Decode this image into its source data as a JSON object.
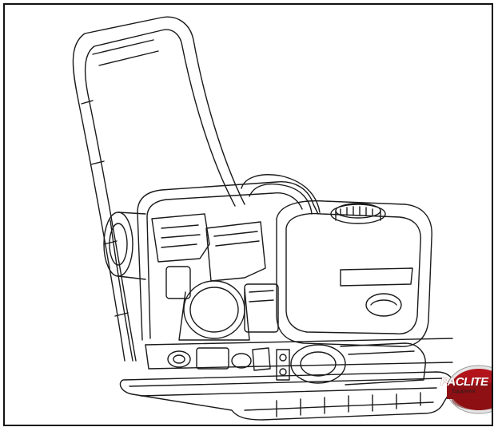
{
  "image": {
    "subject": "Plate compactor line drawing",
    "border_color": "#111111",
    "line_color": "#1a1a1a",
    "background": "#ffffff"
  },
  "logo": {
    "name": "PACLITE",
    "subtitle": "Equipment",
    "colors": {
      "badge_red": "#b3141b",
      "badge_dark": "#6d0b0f",
      "badge_ring": "#e6e6e6",
      "text": "#ffffff"
    }
  }
}
